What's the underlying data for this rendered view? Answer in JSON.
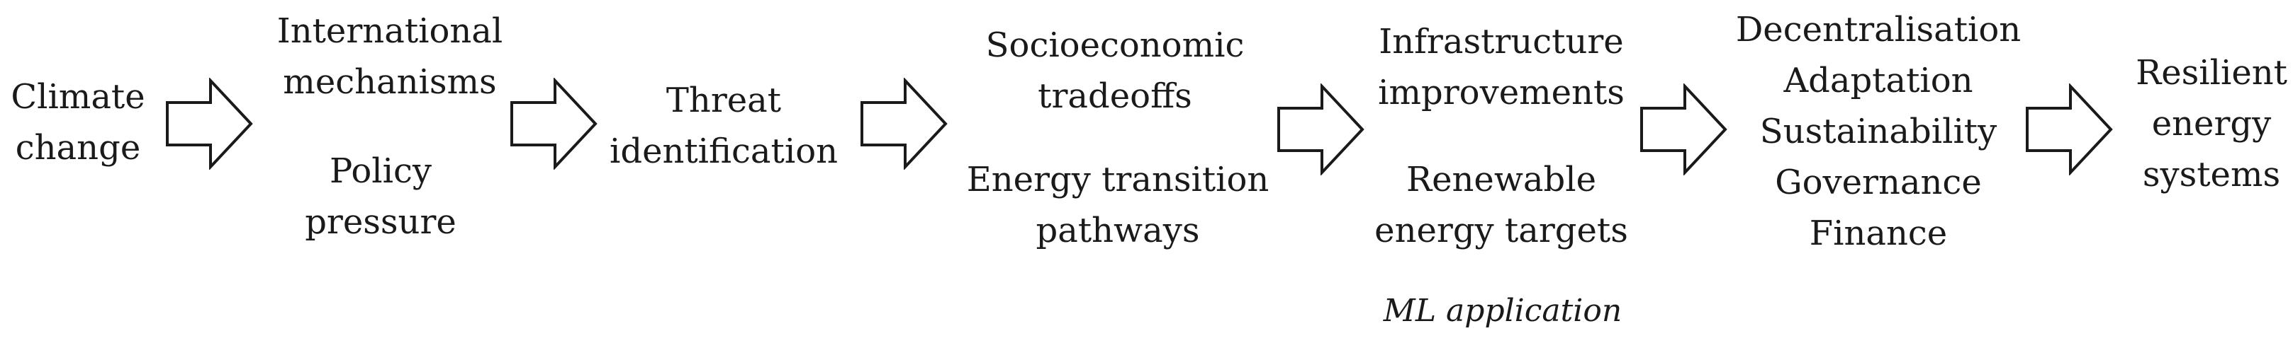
{
  "diagram": {
    "stages": [
      {
        "id": "climate",
        "lines": [
          "Climate",
          "change"
        ]
      },
      {
        "id": "intl",
        "lines": [
          "International",
          "mechanisms"
        ]
      },
      {
        "id": "policy",
        "lines": [
          "Policy",
          "pressure"
        ]
      },
      {
        "id": "threat",
        "lines": [
          "Threat",
          "identification"
        ]
      },
      {
        "id": "socio",
        "lines": [
          "Socioeconomic",
          "tradeoffs"
        ]
      },
      {
        "id": "pathways",
        "lines": [
          "Energy transition",
          "pathways"
        ]
      },
      {
        "id": "infra",
        "lines": [
          "Infrastructure",
          "improvements"
        ]
      },
      {
        "id": "targets",
        "lines": [
          "Renewable",
          "energy targets"
        ]
      },
      {
        "id": "ml",
        "lines": [
          "ML application"
        ]
      },
      {
        "id": "themes",
        "lines": [
          "Decentralisation",
          "Adaptation",
          "Sustainability",
          "Governance",
          "Finance"
        ]
      },
      {
        "id": "resilient",
        "lines": [
          "Resilient",
          "energy",
          "systems"
        ]
      }
    ],
    "arrow_count": 6,
    "colors": {
      "text": "#1a1a1a",
      "arrow_stroke": "#1a1a1a",
      "arrow_fill": "#ffffff",
      "background": "#ffffff"
    }
  }
}
